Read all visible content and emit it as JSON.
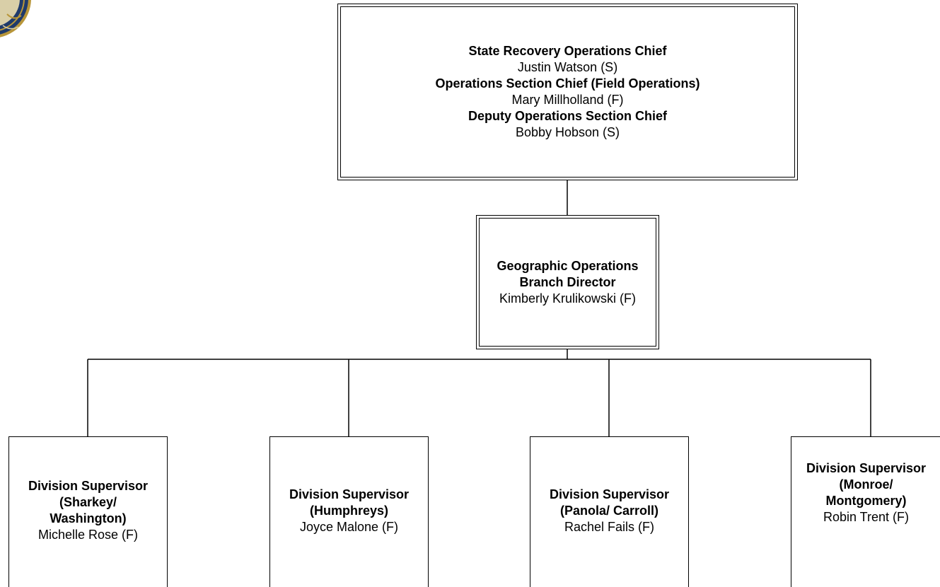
{
  "top_box": {
    "title1": "State Recovery Operations Chief",
    "name1": "Justin Watson (S)",
    "title2": "Operations Section Chief (Field Operations)",
    "name2": "Mary Millholland (F)",
    "title3": "Deputy Operations Section Chief",
    "name3": "Bobby Hobson (S)"
  },
  "branch_box": {
    "title_line1": "Geographic Operations",
    "title_line2": "Branch Director",
    "name": "Kimberly Krulikowski (F)"
  },
  "divisions": [
    {
      "title_line1": "Division Supervisor",
      "title_line2": "(Sharkey/",
      "title_line3": "Washington)",
      "name": "Michelle Rose (F)"
    },
    {
      "title_line1": "Division Supervisor",
      "title_line2": "(Humphreys)",
      "name": "Joyce Malone (F)"
    },
    {
      "title_line1": "Division Supervisor",
      "title_line2": "(Panola/ Carroll)",
      "name": "Rachel Fails (F)"
    },
    {
      "title_line1": "Division Supervisor",
      "title_line2": "(Monroe/",
      "title_line3": "Montgomery)",
      "name": "Robin Trent (F)"
    }
  ],
  "logo": {
    "icon": "state-seal-icon",
    "colors": {
      "navy": "#1f3a6b",
      "gold": "#b8963a"
    }
  }
}
